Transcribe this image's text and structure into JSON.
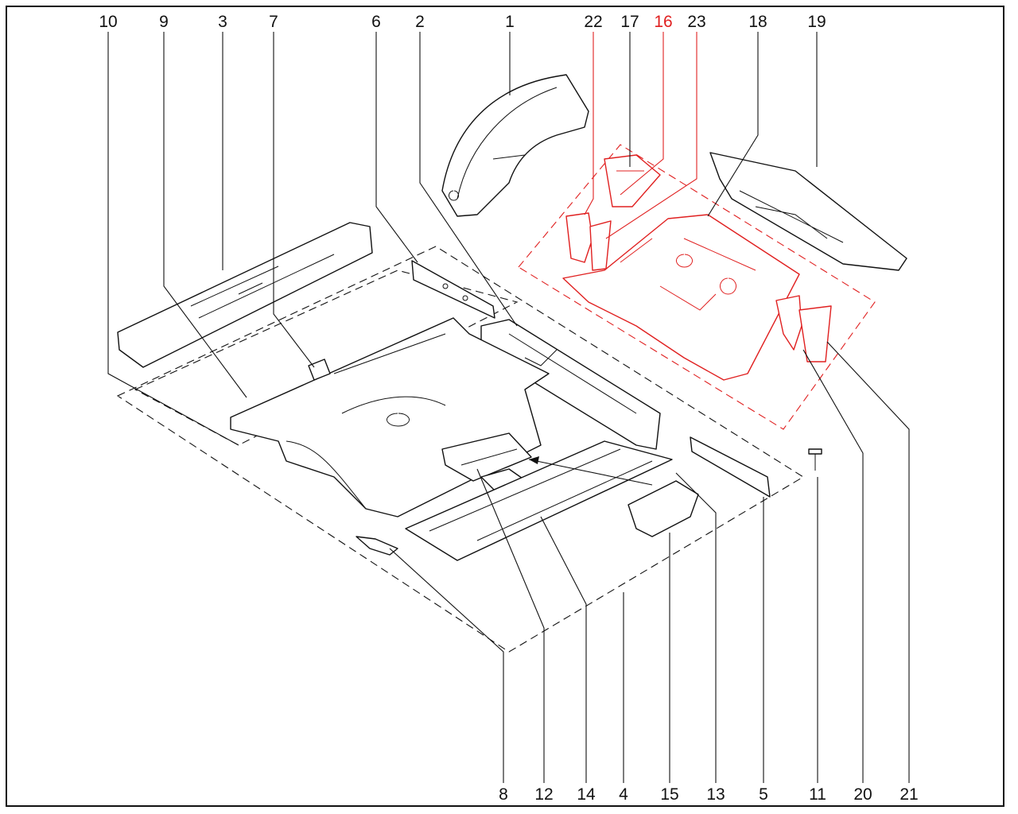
{
  "diagram": {
    "highlight_color": "#e02020",
    "top_labels": [
      {
        "n": "10"
      },
      {
        "n": "9"
      },
      {
        "n": "3"
      },
      {
        "n": "7"
      },
      {
        "n": "6"
      },
      {
        "n": "2"
      },
      {
        "n": "1"
      },
      {
        "n": "22"
      },
      {
        "n": "17"
      },
      {
        "n": "16",
        "highlighted": true
      },
      {
        "n": "23"
      },
      {
        "n": "18"
      },
      {
        "n": "19"
      }
    ],
    "bottom_labels": [
      {
        "n": "8"
      },
      {
        "n": "12"
      },
      {
        "n": "14"
      },
      {
        "n": "4"
      },
      {
        "n": "15"
      },
      {
        "n": "13"
      },
      {
        "n": "5"
      },
      {
        "n": "11"
      },
      {
        "n": "20"
      },
      {
        "n": "21"
      }
    ]
  }
}
